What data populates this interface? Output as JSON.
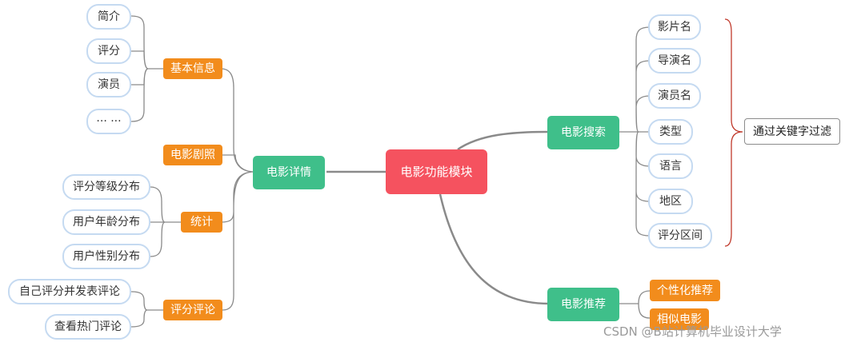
{
  "root": "电影功能模块",
  "branches": {
    "details": "电影详情",
    "search": "电影搜索",
    "recommend": "电影推荐"
  },
  "details": {
    "basic_info": "基本信息",
    "basic_items": [
      "简介",
      "评分",
      "演员",
      "··· ···"
    ],
    "stills": "电影剧照",
    "stats": "统计",
    "stats_items": [
      "评分等级分布",
      "用户年龄分布",
      "用户性别分布"
    ],
    "reviews": "评分评论",
    "review_items": [
      "自己评分并发表评论",
      "查看热门评论"
    ]
  },
  "search": {
    "items": [
      "影片名",
      "导演名",
      "演员名",
      "类型",
      "语言",
      "地区",
      "评分区间"
    ],
    "note": "通过关键字过滤"
  },
  "recommend": {
    "items": [
      "个性化推荐",
      "相似电影"
    ]
  },
  "watermark": "CSDN @B站计算机毕业设计大学",
  "colors": {
    "root": "#f5525f",
    "branch": "#3fbf8a",
    "sub_topic": "#f28c1c",
    "leaf_border": "#c5daf1",
    "bracket": "#c0392b",
    "line": "#8a8a8a"
  }
}
